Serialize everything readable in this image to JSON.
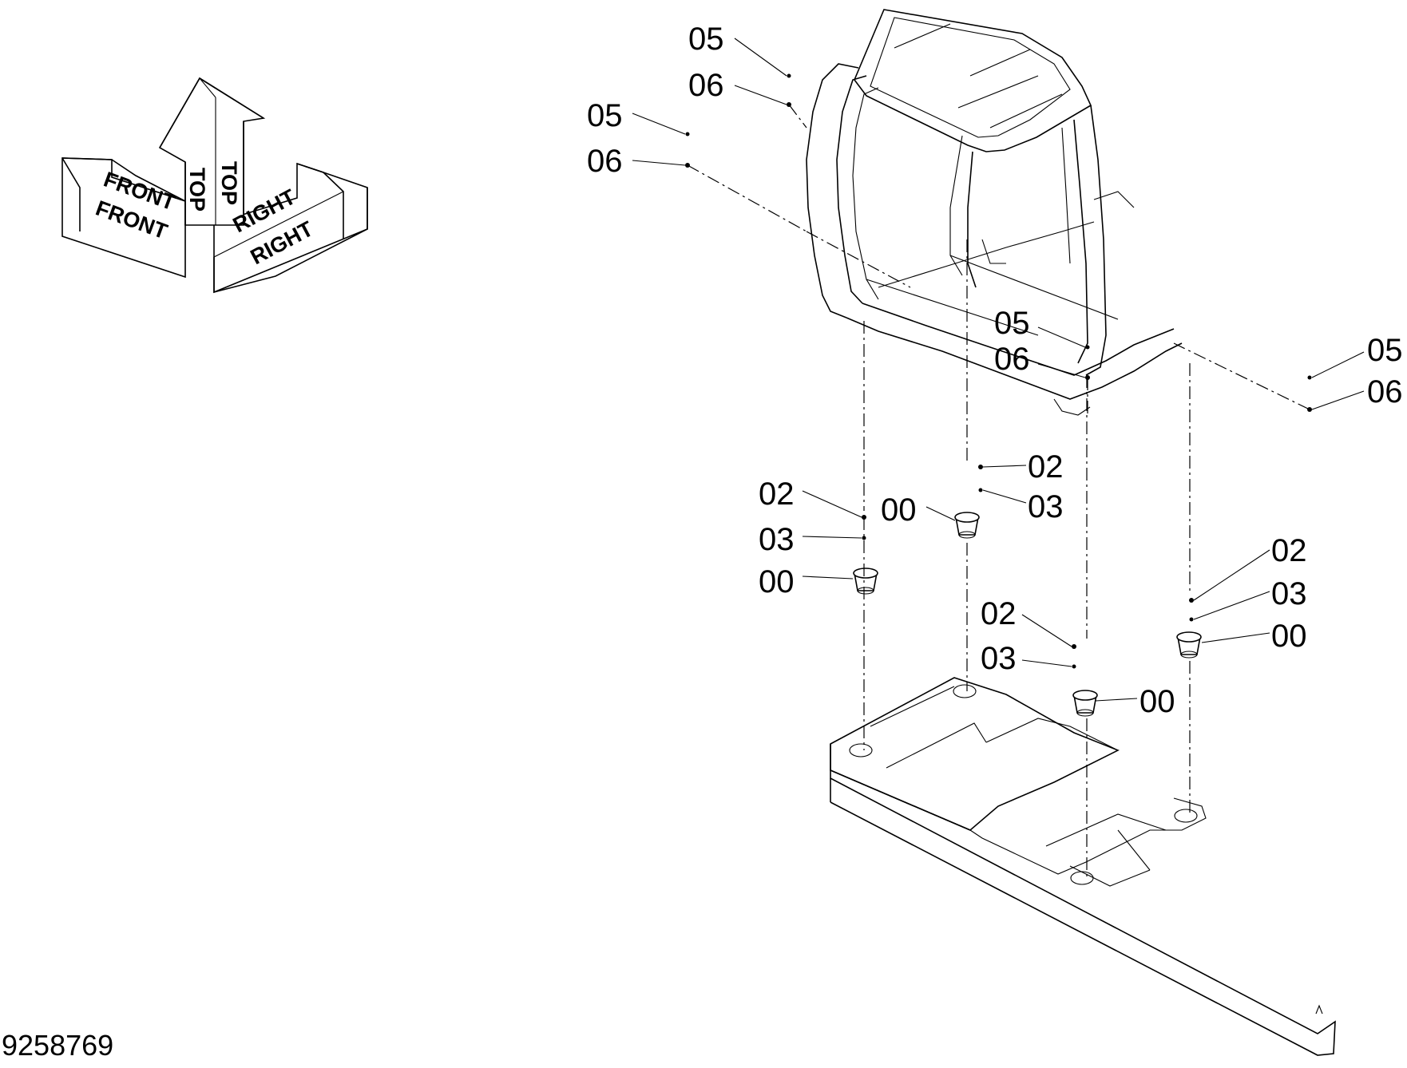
{
  "drawing": {
    "document_number": "9258769",
    "orientation_labels": {
      "front": "FRONT",
      "top": "TOP",
      "right": "RIGHT"
    },
    "callouts": [
      {
        "id": "c1",
        "text": "05"
      },
      {
        "id": "c2",
        "text": "06"
      },
      {
        "id": "c3",
        "text": "05"
      },
      {
        "id": "c4",
        "text": "06"
      },
      {
        "id": "c5",
        "text": "05"
      },
      {
        "id": "c6",
        "text": "06"
      },
      {
        "id": "c7",
        "text": "05"
      },
      {
        "id": "c8",
        "text": "06"
      },
      {
        "id": "c9",
        "text": "02"
      },
      {
        "id": "c10",
        "text": "03"
      },
      {
        "id": "c11",
        "text": "00"
      },
      {
        "id": "c12",
        "text": "02"
      },
      {
        "id": "c13",
        "text": "03"
      },
      {
        "id": "c14",
        "text": "00"
      },
      {
        "id": "c15",
        "text": "02"
      },
      {
        "id": "c16",
        "text": "03"
      },
      {
        "id": "c17",
        "text": "00"
      },
      {
        "id": "c18",
        "text": "02"
      },
      {
        "id": "c19",
        "text": "03"
      },
      {
        "id": "c20",
        "text": "00"
      }
    ]
  }
}
